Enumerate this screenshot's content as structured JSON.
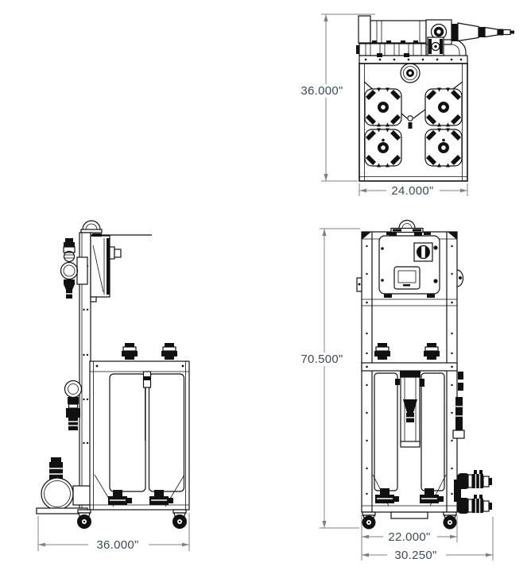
{
  "colors": {
    "background": "#ffffff",
    "linework": "#111111",
    "dimension_line": "#808080",
    "dimension_text": "#3e4a56"
  },
  "views": {
    "top": {
      "height_label": "36.000\"",
      "width_label": "24.000\""
    },
    "side": {
      "width_label": "36.000\""
    },
    "front": {
      "height_label": "70.500\"",
      "inner_width_label": "22.000\"",
      "outer_width_label": "30.250\""
    }
  }
}
